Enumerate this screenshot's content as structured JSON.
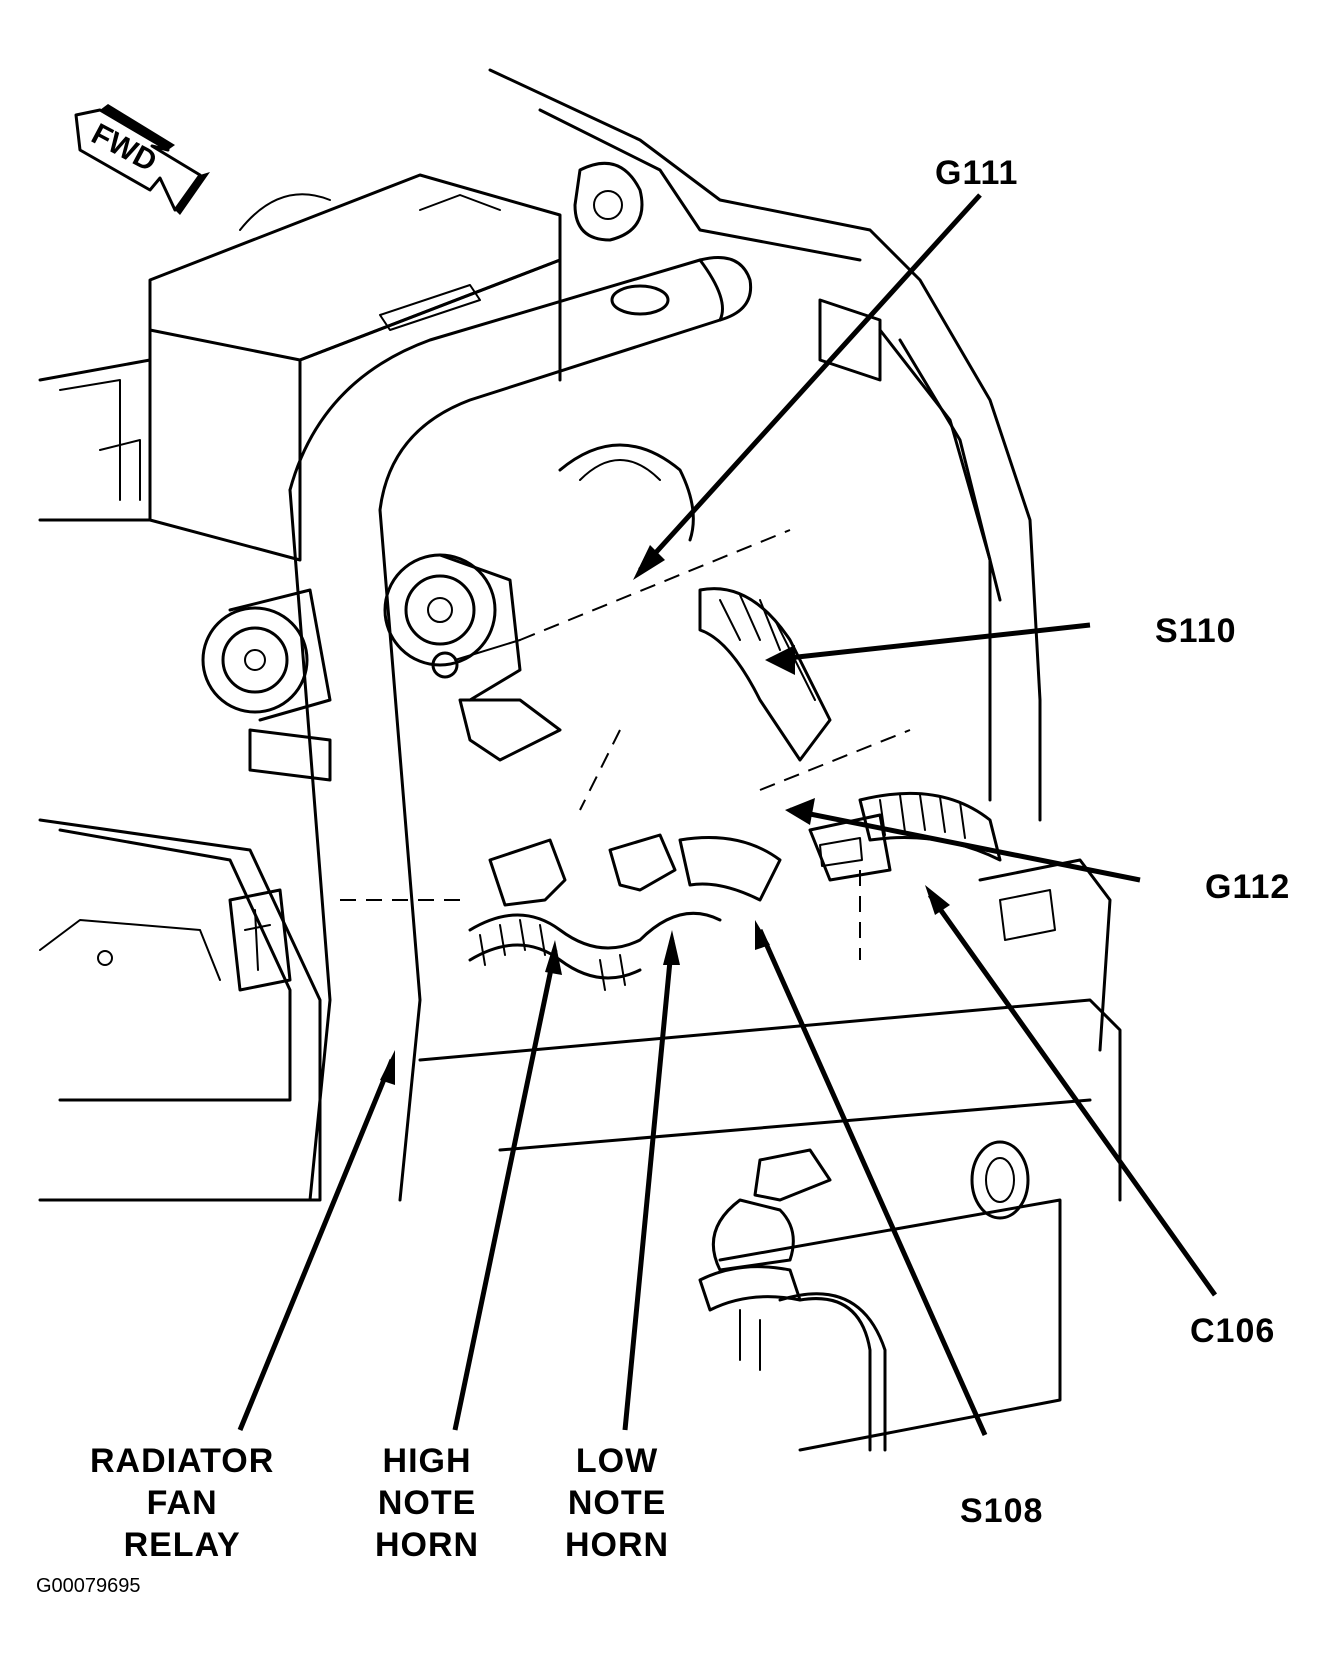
{
  "diagram": {
    "type": "component-locator",
    "figure_id": "G00079695",
    "orientation_arrow": {
      "label": "FWD",
      "icon": "forward-direction-arrow-icon"
    },
    "callouts": [
      {
        "id": "g111",
        "text": "G111"
      },
      {
        "id": "s110",
        "text": "S110"
      },
      {
        "id": "g112",
        "text": "G112"
      },
      {
        "id": "c106",
        "text": "C106"
      },
      {
        "id": "s108",
        "text": "S108"
      },
      {
        "id": "low_note_horn",
        "text": "LOW\nNOTE\nHORN"
      },
      {
        "id": "high_note_horn",
        "text": "HIGH\nNOTE\nHORN"
      },
      {
        "id": "radiator_fan_relay",
        "text": "RADIATOR\nFAN\nRELAY"
      }
    ]
  }
}
